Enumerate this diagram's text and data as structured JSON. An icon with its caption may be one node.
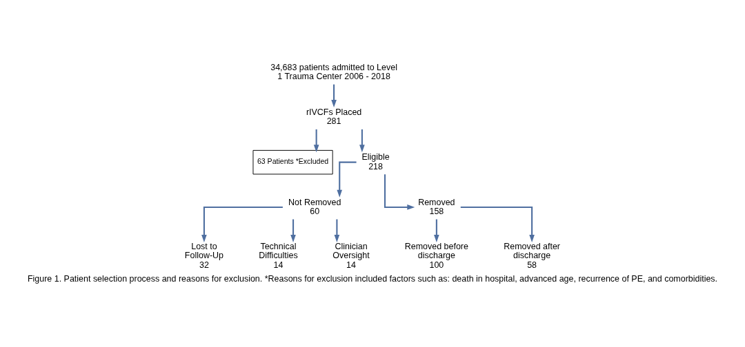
{
  "diagram": {
    "caption": "Figure 1. Patient selection process and reasons for exclusion. *Reasons for exclusion included factors such as: death in hospital, advanced age, recurrence of PE, and comorbidities.",
    "nodes": [
      {
        "text": [
          "34,683 patients admitted to Level 1 Trauma Center 2006 - 2018"
        ]
      },
      {
        "text": [
          "rIVCFs Placed",
          "281"
        ]
      },
      {
        "text": [
          "63 Patients *Excluded"
        ]
      },
      {
        "text": [
          "Eligible",
          "218"
        ]
      },
      {
        "text": [
          "Not Removed",
          "60"
        ]
      },
      {
        "text": [
          "Removed",
          "158"
        ]
      },
      {
        "text": [
          "Lost to Follow-Up",
          "32"
        ]
      },
      {
        "text": [
          "Technical Difficulties",
          "14"
        ]
      },
      {
        "text": [
          "Clinician Oversight",
          "14"
        ]
      },
      {
        "text": [
          "Removed before discharge",
          "100"
        ]
      },
      {
        "text": [
          "Removed after discharge",
          "58"
        ]
      }
    ],
    "edges": [
      {
        "from": 0,
        "to": 1,
        "arrow": "to"
      },
      {
        "from": 1,
        "to": 3,
        "arrow": "to"
      },
      {
        "from": 1,
        "to": 2,
        "arrow": "to"
      },
      {
        "from": 3,
        "to": 4,
        "arrow": "to"
      },
      {
        "from": 3,
        "to": 5,
        "arrow": "to"
      },
      {
        "from": 4,
        "to": 6,
        "arrow": "to"
      },
      {
        "from": 4,
        "to": 7,
        "arrow": "to"
      },
      {
        "from": 4,
        "to": 8,
        "arrow": "to"
      },
      {
        "from": 5,
        "to": 9,
        "arrow": "to"
      },
      {
        "from": 5,
        "to": 10,
        "arrow": "to"
      }
    ]
  }
}
